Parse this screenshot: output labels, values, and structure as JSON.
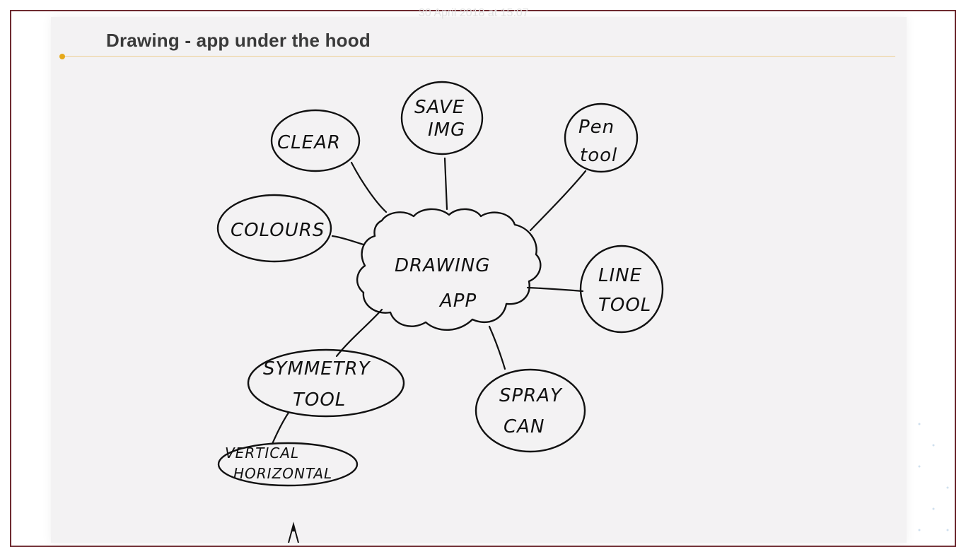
{
  "header": {
    "date_text": "30 April 2018 at 15:07",
    "title": "Drawing - app under the hood"
  },
  "diagram": {
    "center": {
      "line1": "DRAWING",
      "line2": "APP"
    },
    "nodes": {
      "clear": {
        "line1": "CLEAR"
      },
      "save": {
        "line1": "SAVE",
        "line2": "IMG"
      },
      "pen": {
        "line1": "Pen",
        "line2": "tool"
      },
      "colours": {
        "line1": "COLOURS"
      },
      "line": {
        "line1": "LINE",
        "line2": "TOOL"
      },
      "symmetry": {
        "line1": "SYMMETRY",
        "line2": "TOOL"
      },
      "spray": {
        "line1": "SPRAY",
        "line2": "CAN"
      },
      "vertical": {
        "line1": "VERTICAL",
        "line2": "HORIZONTAL"
      }
    }
  }
}
